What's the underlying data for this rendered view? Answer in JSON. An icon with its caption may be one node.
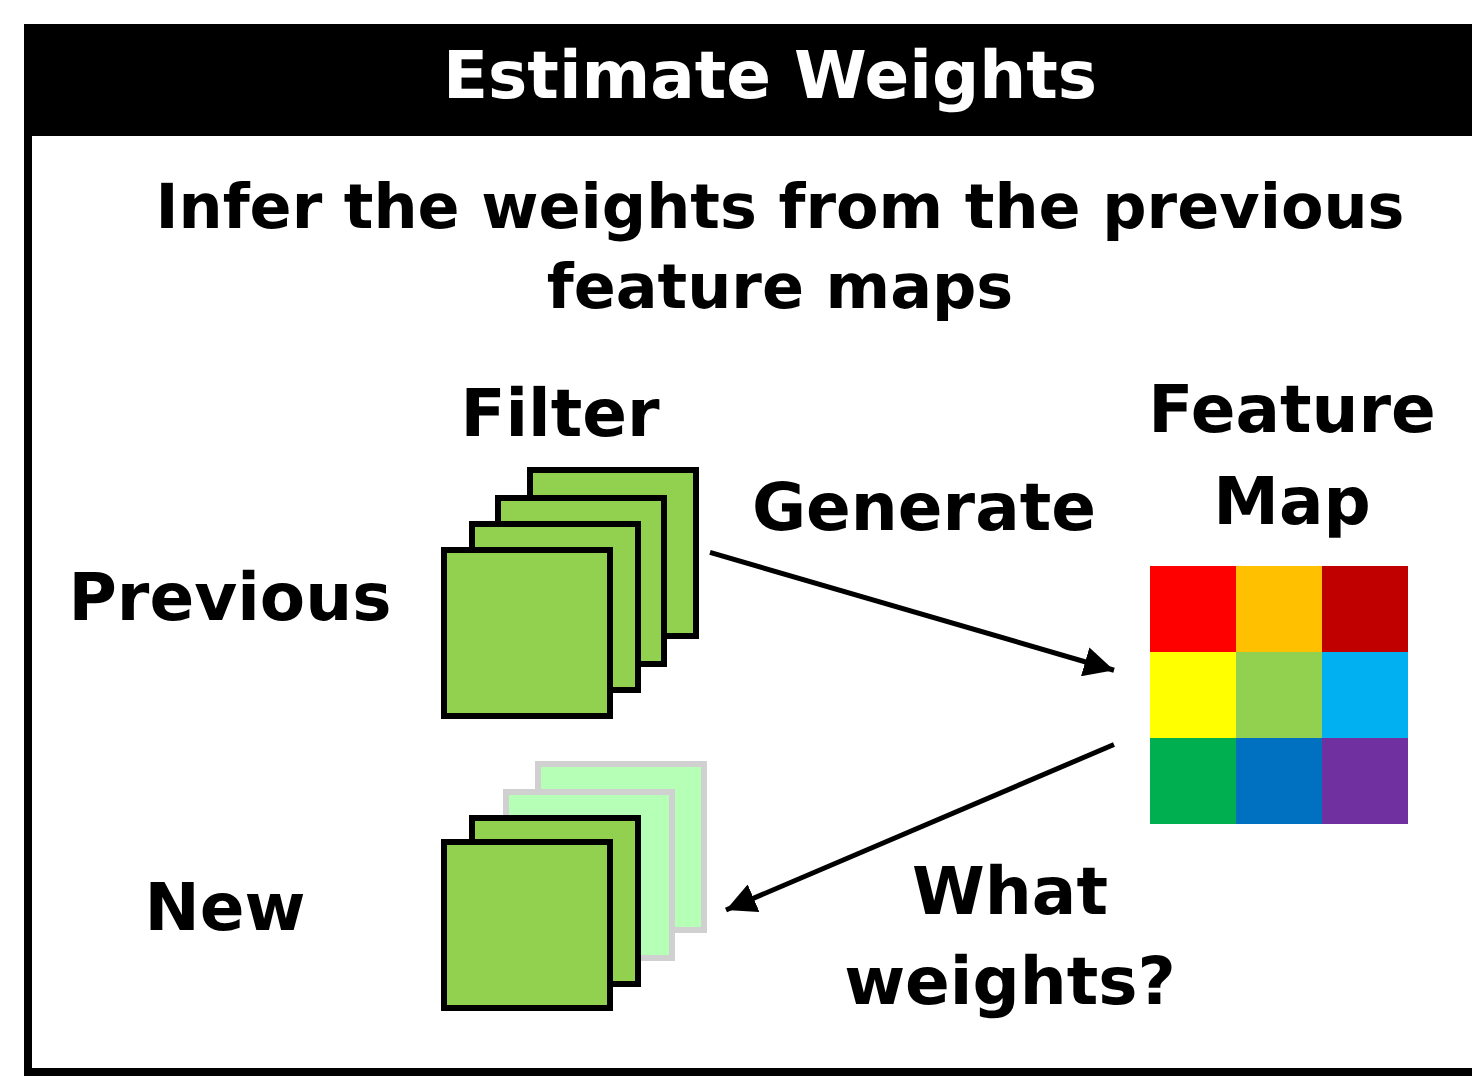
{
  "diagram": {
    "title": "Estimate Weights",
    "nodes": [
      {
        "text": [],
        "shape": "box",
        "beside": [
          "Previous"
        ]
      },
      {
        "text": [
          "Feature Map"
        ]
      },
      {
        "text": [],
        "shape": "box",
        "beside": [
          "New"
        ]
      }
    ],
    "edges": [
      {
        "from": 0,
        "to": 1,
        "arrow": "to",
        "label": "Generate"
      },
      {
        "from": 1,
        "to": 2,
        "arrow": "to",
        "label": "What weights?"
      }
    ],
    "labels": [
      "Infer the weights from the previous feature maps",
      "Filter"
    ]
  }
}
